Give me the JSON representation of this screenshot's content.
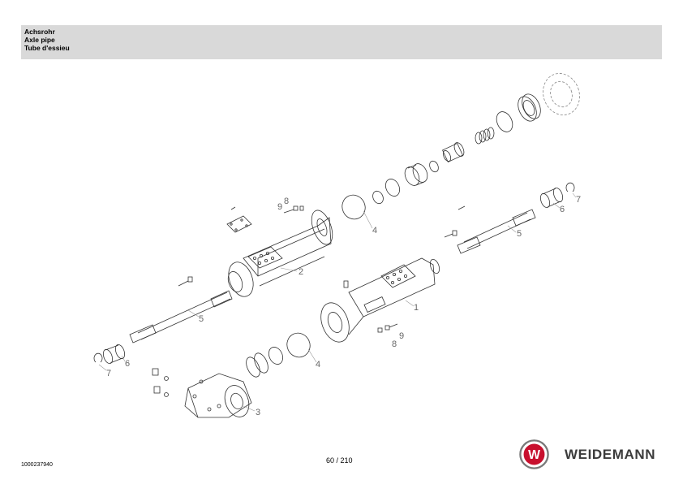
{
  "header": {
    "title_de": "Achsrohr",
    "title_en": "Axle pipe",
    "title_fr": "Tube d'essieu"
  },
  "callouts": {
    "c1": "1",
    "c2": "2",
    "c3": "3",
    "c4a": "4",
    "c4b": "4",
    "c5a": "5",
    "c5b": "5",
    "c6a": "6",
    "c6b": "6",
    "c7a": "7",
    "c7b": "7",
    "c8a": "8",
    "c8b": "8",
    "c9a": "9",
    "c9b": "9"
  },
  "footer": {
    "doc_number": "1000237940",
    "page": "60 / 210",
    "brand": "WEIDEMANN",
    "logo_letter": "W",
    "brand_color": "#c8102e"
  }
}
